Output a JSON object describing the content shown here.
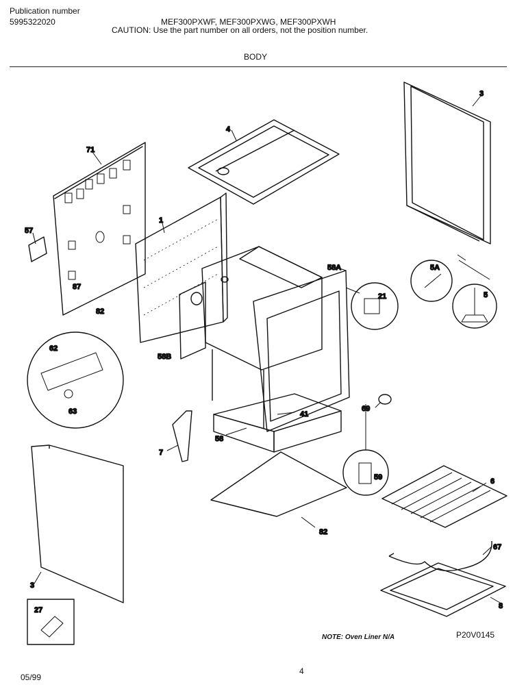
{
  "header": {
    "publication_label": "Publication number",
    "publication_number": "5995322020",
    "models": "MEF300PXWF, MEF300PXWG, MEF300PXWH",
    "caution": "CAUTION:  Use the part number on all orders, not the position number.",
    "section_title": "BODY"
  },
  "footer": {
    "date": "05/99",
    "page_number": "4",
    "note": "NOTE:  Oven Liner N/A",
    "diagram_code": "P20V0145"
  },
  "callouts": {
    "c71": "71",
    "c57": "57",
    "c1": "1",
    "c4": "4",
    "c3_top": "3",
    "c87": "87",
    "c82_small": "82",
    "c58A": "58A",
    "c21": "21",
    "c5A": "5A",
    "c5": "5",
    "c58B": "58B",
    "c62": "62",
    "c63": "63",
    "c41": "41",
    "c69": "69",
    "c7": "7",
    "c58": "58",
    "c59": "59",
    "c6": "6",
    "c82": "82",
    "c67": "67",
    "c3_bottom": "3",
    "c8": "8",
    "c27": "27"
  }
}
